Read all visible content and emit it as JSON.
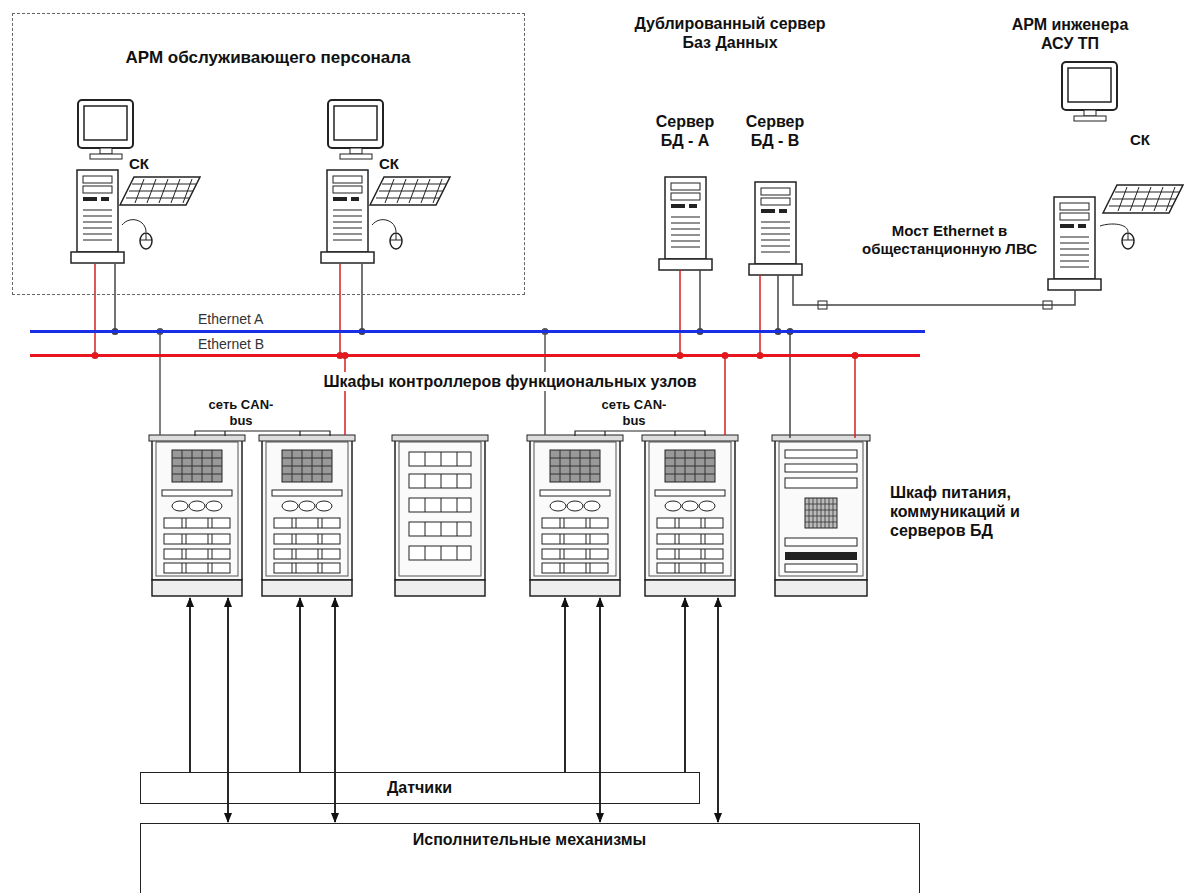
{
  "diagram": {
    "nodes": [
      {
        "text": [
          "АРМ обслуживающего персонала"
        ]
      },
      {
        "text": [
          "СК"
        ],
        "in": 0
      },
      {
        "text": [
          "СК"
        ],
        "in": 0
      },
      {
        "text": [
          "Сервер БД - А"
        ]
      },
      {
        "text": [
          "Сервер БД - В"
        ]
      },
      {
        "text": [
          "АРМ инженера АСУ ТП",
          "СК"
        ]
      },
      {
        "text": [
          "Ethernet A"
        ]
      },
      {
        "text": [
          "Ethernet B"
        ]
      },
      {
        "text": [
          "Шкаф питания, коммуникаций и серверов БД"
        ]
      },
      {
        "text": [
          "Датчики"
        ]
      },
      {
        "text": [
          "Исполнительные механизмы"
        ]
      }
    ],
    "edges": [
      {
        "from": 1,
        "to": 6,
        "arrow": "none"
      },
      {
        "from": 1,
        "to": 7,
        "arrow": "none"
      },
      {
        "from": 2,
        "to": 6,
        "arrow": "none"
      },
      {
        "from": 2,
        "to": 7,
        "arrow": "none"
      },
      {
        "from": 3,
        "to": 6,
        "arrow": "none"
      },
      {
        "from": 3,
        "to": 7,
        "arrow": "none"
      },
      {
        "from": 4,
        "to": 6,
        "arrow": "none"
      },
      {
        "from": 4,
        "to": 7,
        "arrow": "none"
      },
      {
        "from": 8,
        "to": 6,
        "arrow": "none"
      },
      {
        "from": 8,
        "to": 7,
        "arrow": "none"
      },
      {
        "from": 4,
        "to": 5,
        "arrow": "none",
        "label": "Мост Ethernet в общестанционную ЛВС"
      }
    ],
    "labels": [
      "Дублированный сервер Баз Данных",
      "Шкафы контроллеров функциональных узлов",
      "сеть CAN-bus",
      "сеть CAN-bus"
    ]
  }
}
